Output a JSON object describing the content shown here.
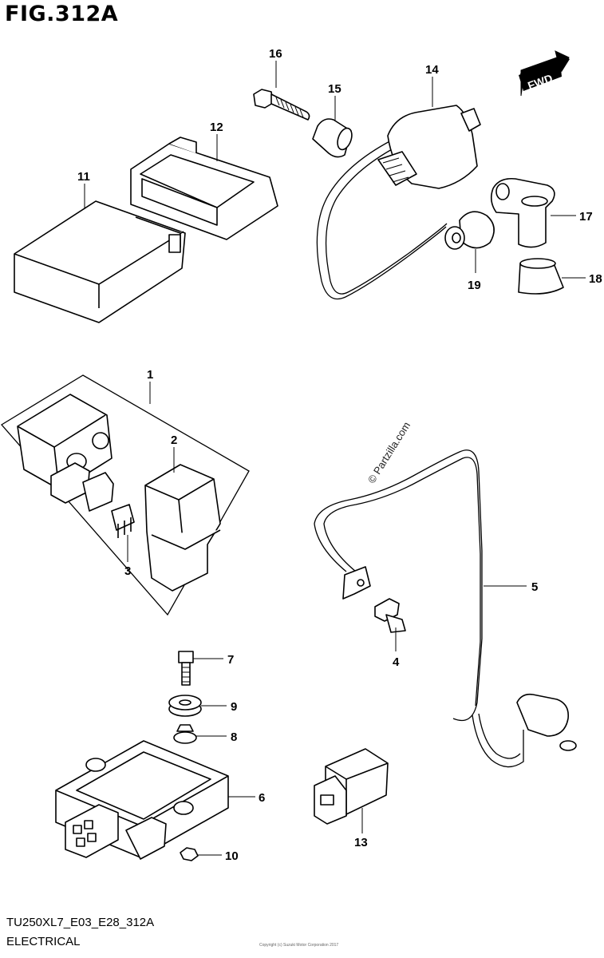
{
  "figure": {
    "title": "FIG.312A",
    "model_code": "TU250XL7_E03_E28_312A",
    "section": "ELECTRICAL",
    "fine_print": "Copyright (c) Suzuki Motor Corporation 2017"
  },
  "watermark": "© Partzilla.com",
  "direction_badge": "FWD",
  "callouts": [
    "16",
    "15",
    "14",
    "12",
    "11",
    "17",
    "18",
    "19",
    "1",
    "2",
    "3",
    "5",
    "4",
    "7",
    "9",
    "8",
    "6",
    "10",
    "13"
  ],
  "icons": [
    "fwd-arrow-icon"
  ]
}
